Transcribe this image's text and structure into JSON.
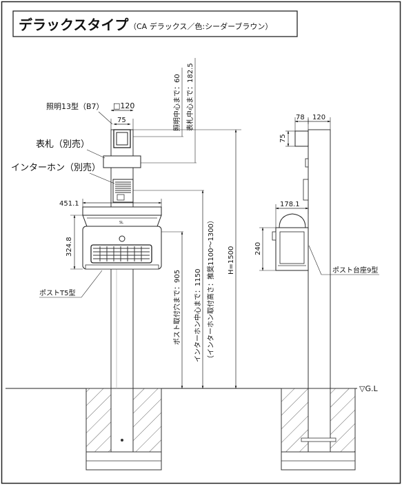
{
  "title": {
    "main": "デラックスタイプ",
    "sub": "（CA デラックス／色:シーダーブラウン）"
  },
  "labels": {
    "light": "照明13型（B7）",
    "nameplate": "表札（別売）",
    "intercom": "インターホン（別売）",
    "post_t5": "ポストT5型",
    "post_base": "ポスト台座9型",
    "ground": "▽G.L"
  },
  "dims": {
    "post_square": "□120",
    "light_width": "75",
    "box_width": "451.1",
    "box_height": "324.8",
    "light_center": "照明中心まで：60",
    "nameplate_center": "表札中心まで：182.5",
    "post_hole": "ポスト取付穴まで：905",
    "intercom_center": "インターホン中心まで：1150",
    "intercom_range": "（インターホン取付高さ：推奨1100～1300）",
    "total_height": "H=1500",
    "side_78": "78",
    "side_120": "120",
    "side_75": "75",
    "side_depth": "178.1",
    "side_240": "240"
  }
}
